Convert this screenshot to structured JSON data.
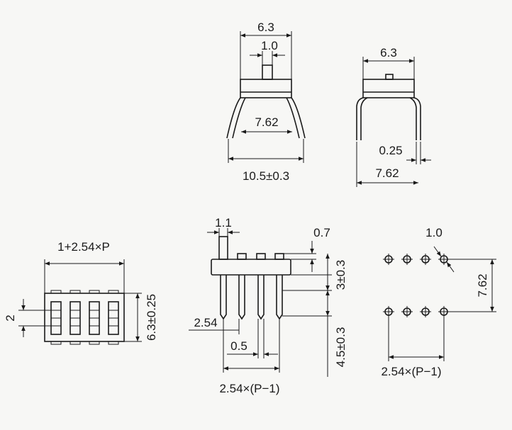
{
  "front_view": {
    "top_width": "6.3",
    "actuator_width": "1.0",
    "pin_pitch": "7.62",
    "overall_width": "10.5±0.3"
  },
  "side_view": {
    "top_width": "6.3",
    "lead_thickness": "0.25",
    "pin_pitch": "7.62"
  },
  "top_view": {
    "length": "1+2.54×P",
    "height": "6.3±0.25",
    "slot_height": "2"
  },
  "lead_view": {
    "pin_width": "1.1",
    "standoff": "0.7",
    "body_height": "3±0.3",
    "pitch": "2.54",
    "pin_thickness": "0.5",
    "lead_length": "4.5±0.3",
    "span": "2.54×(P−1)"
  },
  "footprint": {
    "hole_dia": "1.0",
    "row_spacing": "7.62",
    "span": "2.54×(P−1)"
  }
}
